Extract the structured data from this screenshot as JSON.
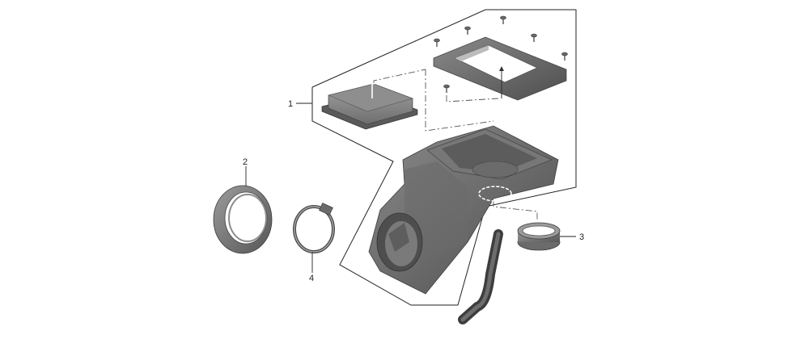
{
  "diagram": {
    "callouts": [
      {
        "id": "1",
        "label": "1"
      },
      {
        "id": "2",
        "label": "2"
      },
      {
        "id": "3",
        "label": "3"
      },
      {
        "id": "4",
        "label": "4"
      }
    ]
  },
  "colors": {
    "part_dark": "#5f5f5f",
    "part_mid": "#7a7a7a",
    "part_light": "#9a9a9a",
    "line": "#222222"
  }
}
